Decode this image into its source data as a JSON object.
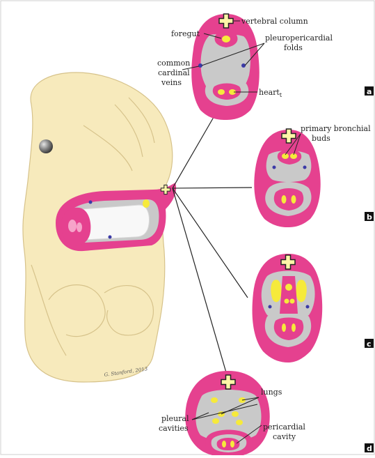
{
  "colors": {
    "membrane": "#e5418f",
    "cavity": "#c9c9c9",
    "tissue": "#f7eabc",
    "tissue_stroke": "#d6c28a",
    "yellow": "#f6ea3b",
    "vein": "#3b3aa6",
    "line": "#222222"
  },
  "labels": {
    "vertebral_column": "vertebral column",
    "foregut": "foregut",
    "pleuropericardial": "pleuropericardial",
    "folds": "folds",
    "common": "common",
    "cardinal": "cardinal",
    "veins": "veins",
    "heart": "heart",
    "heart_sub": "t",
    "primary_bronchial": "primary bronchial",
    "buds": "buds",
    "lungs": "lungs",
    "pleural": "pleural",
    "cavities": "cavities",
    "pericardial": "pericardial",
    "cavity": "cavity",
    "signature": "G. Stanford, 2013"
  },
  "panels": {
    "a": "a",
    "b": "b",
    "c": "c",
    "d": "d"
  },
  "icons": {
    "vertebra": "vertebra-icon",
    "eye": "embryo-eye-icon"
  }
}
